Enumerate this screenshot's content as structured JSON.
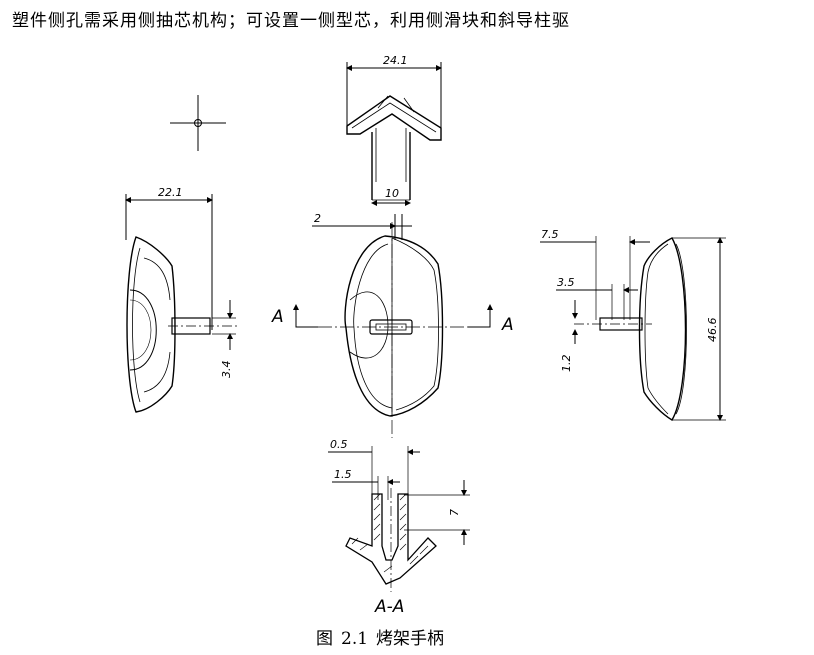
{
  "header_text": "塑件侧孔需采用侧抽芯机构；可设置一侧型芯，利用侧滑块和斜导柱驱",
  "caption": {
    "prefix": "图",
    "number": "2.1",
    "title": "烤架手柄"
  },
  "dimensions": {
    "top_width": "24.1",
    "top_stem": "10",
    "left_width": "22.1",
    "left_pin": "3.4",
    "center_slot": "2",
    "right_a": "7.5",
    "right_b": "3.5",
    "right_c": "1.2",
    "right_height": "46.6",
    "section_a": "0.5",
    "section_b": "1.5",
    "section_c": "7"
  },
  "labels": {
    "section_left": "A",
    "section_right": "A",
    "section_view": "A-A"
  }
}
